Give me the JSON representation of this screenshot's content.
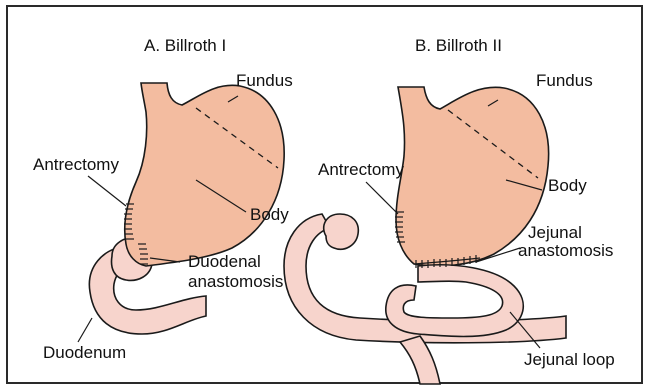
{
  "colors": {
    "stomach_fill": "#f3bca0",
    "intestine_fill": "#f7d4cc",
    "outline": "#1a1a1a",
    "background": "#ffffff"
  },
  "panels": [
    {
      "title": "A.  Billroth I",
      "labels": {
        "fundus": "Fundus",
        "antrectomy": "Antrectomy",
        "body": "Body",
        "anastomosis_line1": "Duodenal",
        "anastomosis_line2": "anastomosis",
        "duodenum": "Duodenum"
      }
    },
    {
      "title": "B.  Billroth II",
      "labels": {
        "fundus": "Fundus",
        "antrectomy": "Antrectomy",
        "body": "Body",
        "anastomosis_line1": "Jejunal",
        "anastomosis_line2": "anastomosis",
        "loop": "Jejunal loop"
      }
    }
  ]
}
